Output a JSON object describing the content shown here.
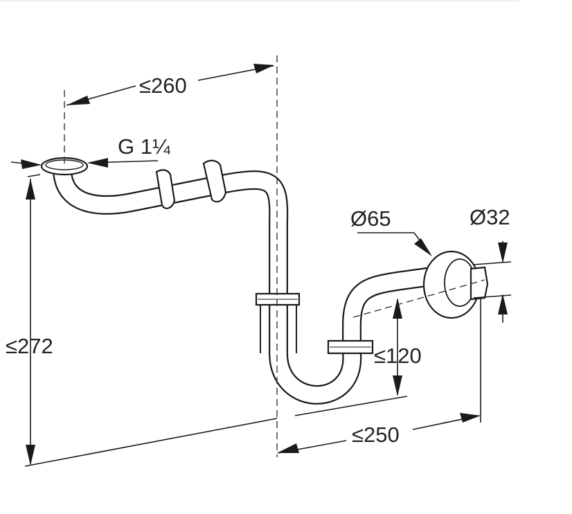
{
  "labels": {
    "width_top": "≤260",
    "thread": "G 1¼",
    "height_total": "≤272",
    "flange_diameter": "Ø65",
    "pipe_diameter": "Ø32",
    "trap_height": "≤120",
    "width_outlet": "≤250"
  },
  "colors": {
    "line": "#1a1a1a",
    "text": "#222222",
    "background": "#ffffff"
  }
}
